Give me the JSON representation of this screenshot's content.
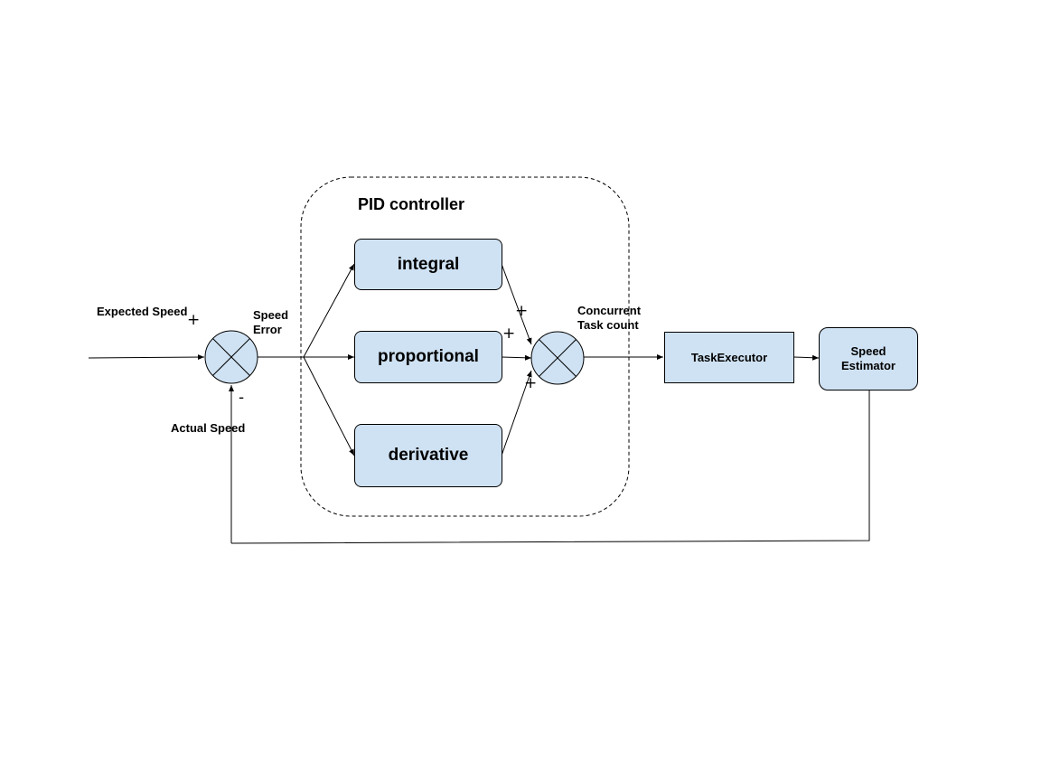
{
  "container": {
    "title": "PID controller"
  },
  "blocks": {
    "integral": "integral",
    "proportional": "proportional",
    "derivative": "derivative",
    "executor": "TaskExecutor",
    "estimator": "Speed\nEstimator"
  },
  "labels": {
    "expected_speed": "Expected Speed",
    "actual_speed": "Actual Speed",
    "speed_error": "Speed\nError",
    "concurrent_task_count": "Concurrent\nTask count"
  },
  "signs": {
    "expected_plus": "+",
    "actual_minus": "-",
    "integral_plus": "+",
    "proportional_plus": "+",
    "derivative_plus": "+"
  },
  "colors": {
    "block_fill": "#cfe2f3",
    "stroke": "#000000"
  }
}
